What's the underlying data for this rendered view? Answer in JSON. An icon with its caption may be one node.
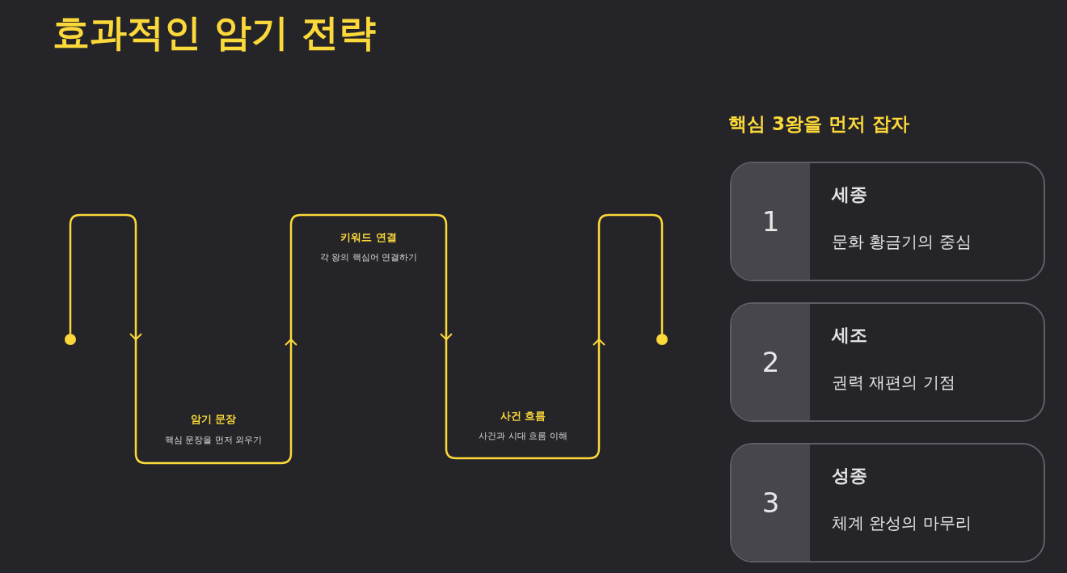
{
  "diagram": {
    "title": "효과적인 암기 전략",
    "nodes": [
      {
        "text": [],
        "shape": "circle"
      },
      {
        "text": [],
        "shape": "circle"
      },
      {
        "text": [
          "1",
          "세종",
          "문화 황금기의 중심"
        ]
      },
      {
        "text": [
          "2",
          "세조",
          "권력 재편의 기점"
        ]
      },
      {
        "text": [
          "3",
          "성종",
          "체계 완성의 마무리"
        ]
      }
    ],
    "edges": [
      {
        "from": 0,
        "to": 1,
        "arrow": "to"
      }
    ],
    "labels": [
      "암기 문장",
      "핵심 문장을 먼저 외우기",
      "키워드 연결",
      "각 왕의 핵심어 연결하기",
      "사건 흐름",
      "사건과 시대 흐름 이해",
      "핵심 3왕을 먼저 잡자"
    ]
  }
}
